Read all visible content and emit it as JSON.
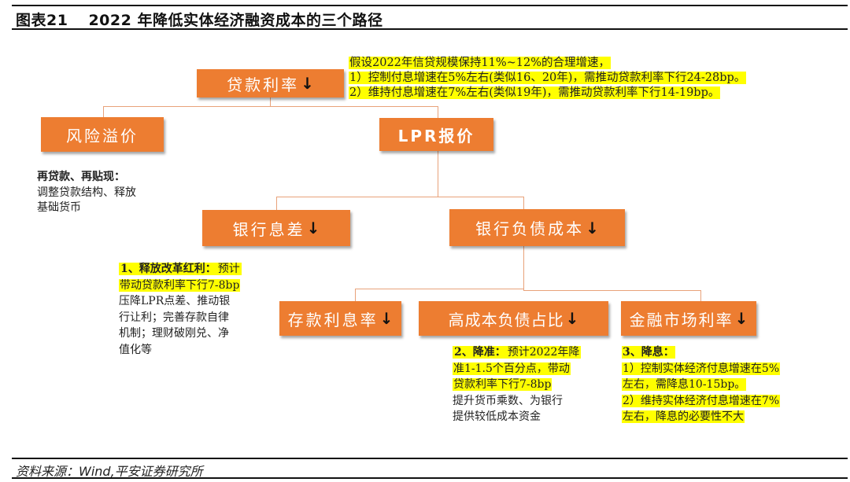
{
  "header": {
    "figure_number": "图表21",
    "title": "2022 年降低实体经济融资成本的三个路径"
  },
  "footer": {
    "source": "资料来源：Wind,平安证券研究所"
  },
  "colors": {
    "box_fill": "#ED7D31",
    "box_text": "#FFFFFF",
    "highlight": "#FFFF00",
    "connector": "#E8A27A",
    "arrow": "#111111"
  },
  "diagram": {
    "nodes": {
      "loan_rate": {
        "label": "贷款利率",
        "arrow": "↓"
      },
      "risk_premium": {
        "label": "风险溢价"
      },
      "lpr_quote": {
        "label": "LPR报价"
      },
      "bank_margin": {
        "label": "银行息差",
        "arrow": "↓"
      },
      "bank_liability_cost": {
        "label": "银行负债成本",
        "arrow": "↓"
      },
      "deposit_rate": {
        "label": "存款利息率",
        "arrow": "↓"
      },
      "high_cost_liability_share": {
        "label": "高成本负债占比",
        "arrow": "↓"
      },
      "financial_market_rate": {
        "label": "金融市场利率",
        "arrow": "↓"
      }
    },
    "edges": [
      [
        "loan_rate",
        "risk_premium"
      ],
      [
        "loan_rate",
        "lpr_quote"
      ],
      [
        "lpr_quote",
        "bank_margin"
      ],
      [
        "lpr_quote",
        "bank_liability_cost"
      ],
      [
        "bank_liability_cost",
        "deposit_rate"
      ],
      [
        "bank_liability_cost",
        "high_cost_liability_share"
      ],
      [
        "bank_liability_cost",
        "financial_market_rate"
      ]
    ],
    "notes": {
      "loan_rate_assumption": {
        "lines": [
          "假设2022年信贷规模保持11%~12%的合理增速，",
          "1）控制付息增速在5%左右(类似16、20年)，需推动贷款利率下行24-28bp。",
          "2）维持付息增速在7%左右(类似19年)，需推动贷款利率下行14-19bp。"
        ]
      },
      "risk_premium_note": {
        "heading": "再贷款、再贴现：",
        "lines": [
          "调整贷款结构、释放",
          "基础货币"
        ]
      },
      "bank_margin_note": {
        "heading": "1、释放改革红利：",
        "heading_rest": "预计",
        "highlight_line": "带动贷款利率下行7-8bp",
        "lines": [
          "压降LPR点差、推动银",
          "行让利；完善存款自律",
          "机制；理财破刚兑、净",
          "值化等"
        ]
      },
      "rrr_cut_note": {
        "heading": "2、降准：",
        "heading_rest": "预计2022年降",
        "highlight_lines": [
          "准1-1.5个百分点，带动",
          "贷款利率下行7-8bp"
        ],
        "lines": [
          "提升货币乘数、为银行",
          "提供较低成本资金"
        ]
      },
      "rate_cut_note": {
        "heading": "3、降息：",
        "highlight_lines": [
          "1）控制实体经济付息增速在5%",
          "左右，需降息10-15bp。",
          "2）维持实体经济付息增速在7%",
          "左右，降息的必要性不大"
        ]
      }
    }
  }
}
